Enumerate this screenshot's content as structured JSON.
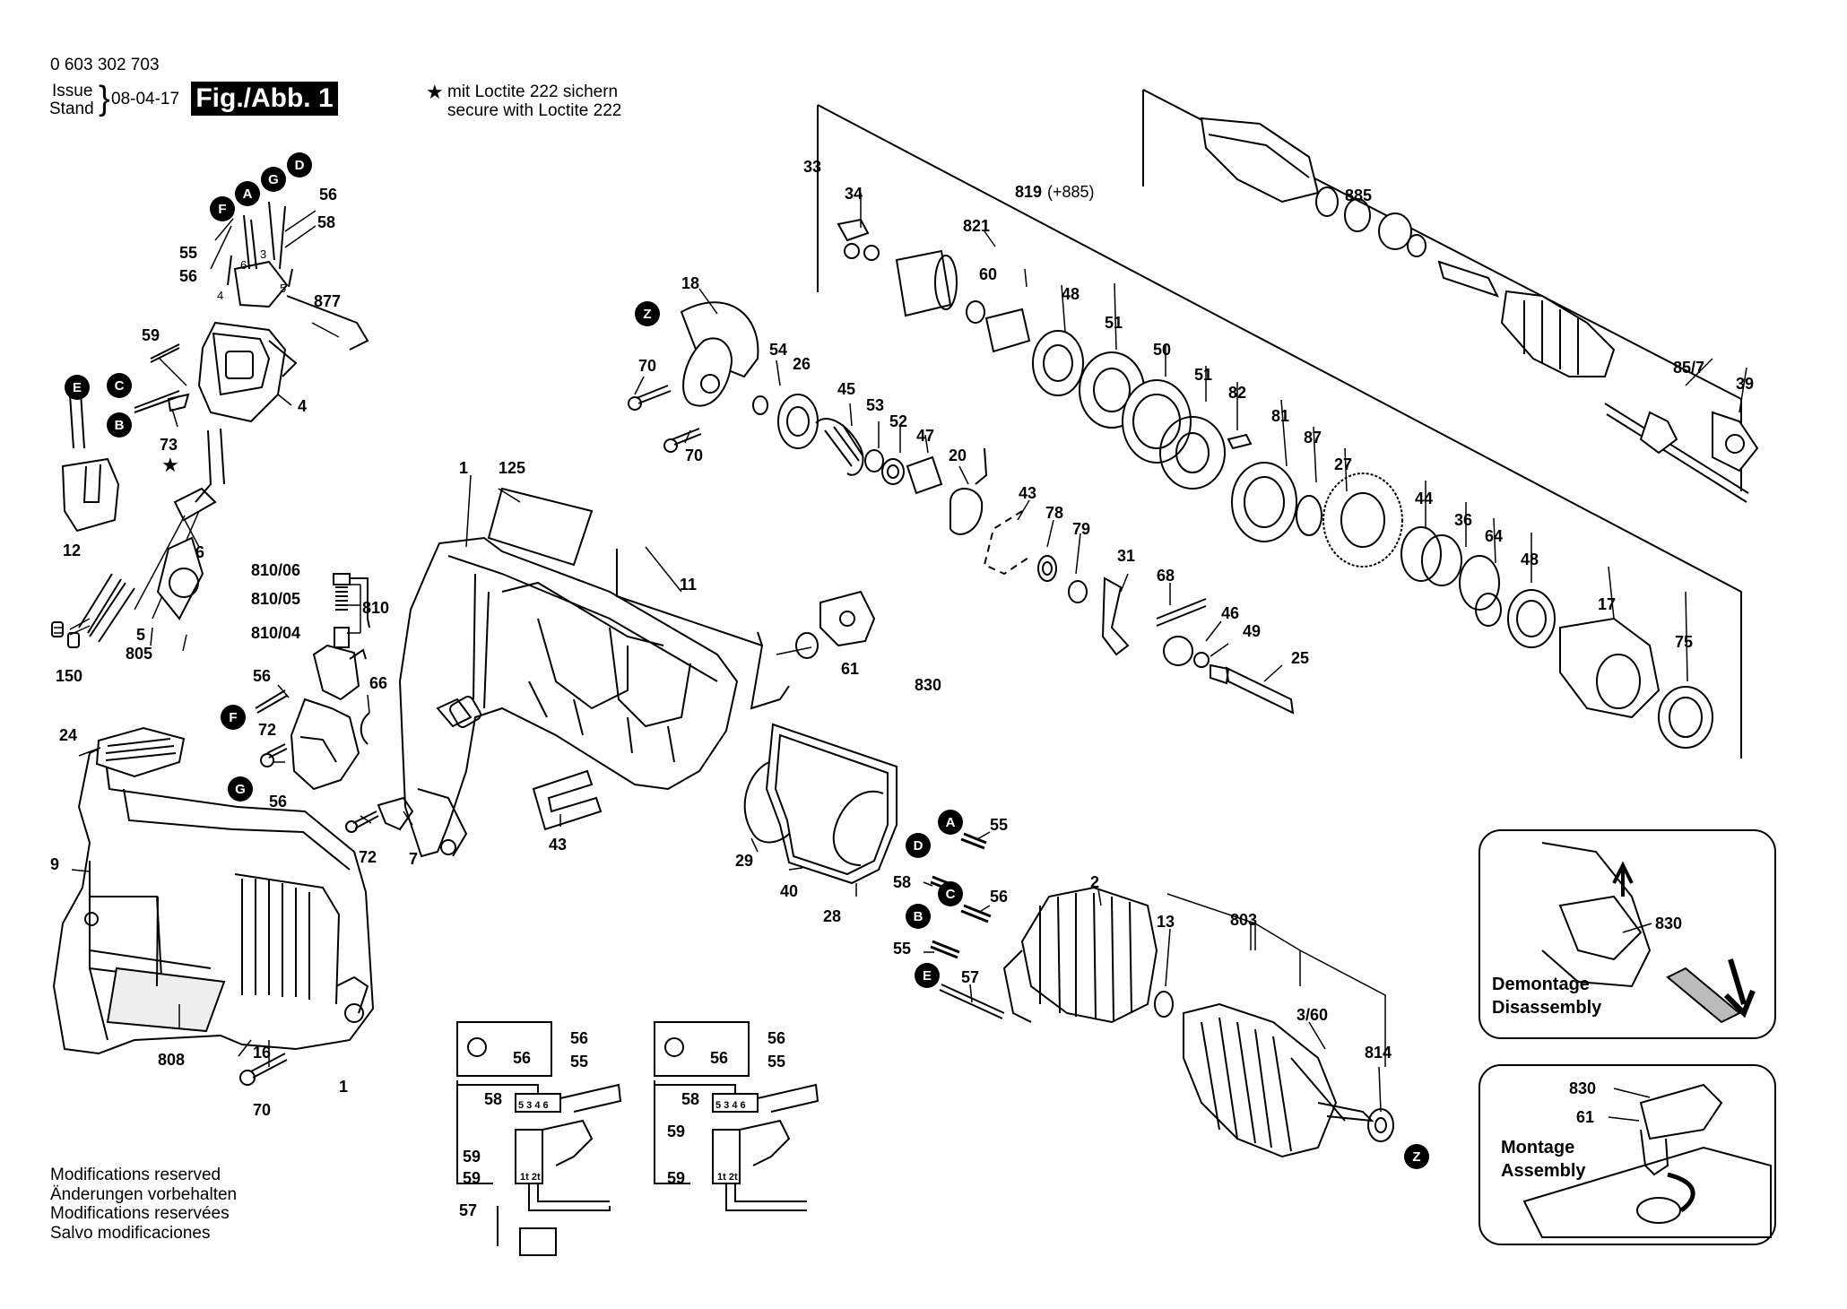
{
  "header": {
    "part_no": "0 603 302 703",
    "issue_label": "Issue",
    "stand_label": "Stand",
    "issue_date": "08-04-17",
    "figure_label": "Fig./Abb. 1",
    "loctite_star": "★",
    "loctite_de": "mit Loctite 222 sichern",
    "loctite_en": "secure with Loctite 222"
  },
  "modifications": [
    "Modifications reserved",
    "Änderungen vorbehalten",
    "Modifications reservées",
    "Salvo modificaciones"
  ],
  "letter_markers": [
    {
      "id": "F1",
      "letter": "F"
    },
    {
      "id": "A1",
      "letter": "A"
    },
    {
      "id": "G1",
      "letter": "G"
    },
    {
      "id": "D1",
      "letter": "D"
    },
    {
      "id": "E1",
      "letter": "E"
    },
    {
      "id": "C1",
      "letter": "C"
    },
    {
      "id": "B1",
      "letter": "B"
    },
    {
      "id": "Z1",
      "letter": "Z"
    },
    {
      "id": "F2",
      "letter": "F"
    },
    {
      "id": "G2",
      "letter": "G"
    },
    {
      "id": "A2",
      "letter": "A"
    },
    {
      "id": "D2",
      "letter": "D"
    },
    {
      "id": "C2",
      "letter": "C"
    },
    {
      "id": "B2",
      "letter": "B"
    },
    {
      "id": "E2",
      "letter": "E"
    },
    {
      "id": "Z2",
      "letter": "Z"
    }
  ],
  "part_labels": [
    "56",
    "58",
    "55",
    "56",
    "877",
    "4",
    "6",
    "3",
    "5",
    "4",
    "59",
    "73",
    "12",
    "6",
    "5",
    "805",
    "150",
    "24",
    "9",
    "808",
    "16",
    "1",
    "70",
    "1",
    "125",
    "11",
    "810/06",
    "810/05",
    "810/04",
    "810",
    "56",
    "72",
    "56",
    "66",
    "72",
    "7",
    "43",
    "29",
    "40",
    "28",
    "61",
    "830",
    "33",
    "34",
    "821",
    "60",
    "819",
    "(+885)",
    "48",
    "51",
    "50",
    "51",
    "82",
    "81",
    "87",
    "27",
    "44",
    "36",
    "64",
    "48",
    "17",
    "75",
    "885",
    "85/7",
    "39",
    "18",
    "70",
    "70",
    "54",
    "26",
    "45",
    "53",
    "52",
    "47",
    "20",
    "43",
    "78",
    "79",
    "31",
    "68",
    "46",
    "49",
    "25",
    "55",
    "58",
    "56",
    "55",
    "57",
    "2",
    "13",
    "803",
    "3/60",
    "814",
    "56",
    "55",
    "56",
    "58",
    "59",
    "59",
    "57",
    "5 3 4 6",
    "1t 2t",
    "56",
    "55",
    "56",
    "58",
    "59",
    "59",
    "5 3 4 6",
    "1t 2t",
    "830",
    "Demontage",
    "Disassembly",
    "830",
    "61",
    "Montage",
    "Assembly"
  ],
  "loctite_parts_star": "★"
}
